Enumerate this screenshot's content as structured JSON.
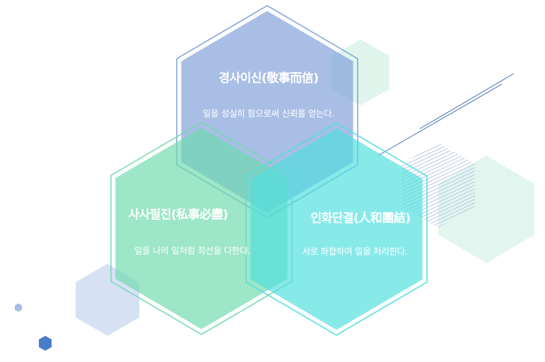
{
  "values": [
    {
      "title": "경사이신(敬事而信)",
      "description": "일을 성실히 함으로써 신뢰를 얻는다.",
      "color": "#7f9fd9"
    },
    {
      "title": "사사필진(私事必盡)",
      "description": "일을 나의 일처럼 최선을 다한다.",
      "color": "#6fdaae"
    },
    {
      "title": "인화단결(人和團結)",
      "description": "서로 화합하여 일을 처리한다.",
      "color": "#4fdede"
    }
  ],
  "colors": {
    "accent_blue": "#4a7ccc",
    "light_blue": "#c8d7f0",
    "mint": "#c9efe0",
    "line": "#3f6fb3"
  }
}
